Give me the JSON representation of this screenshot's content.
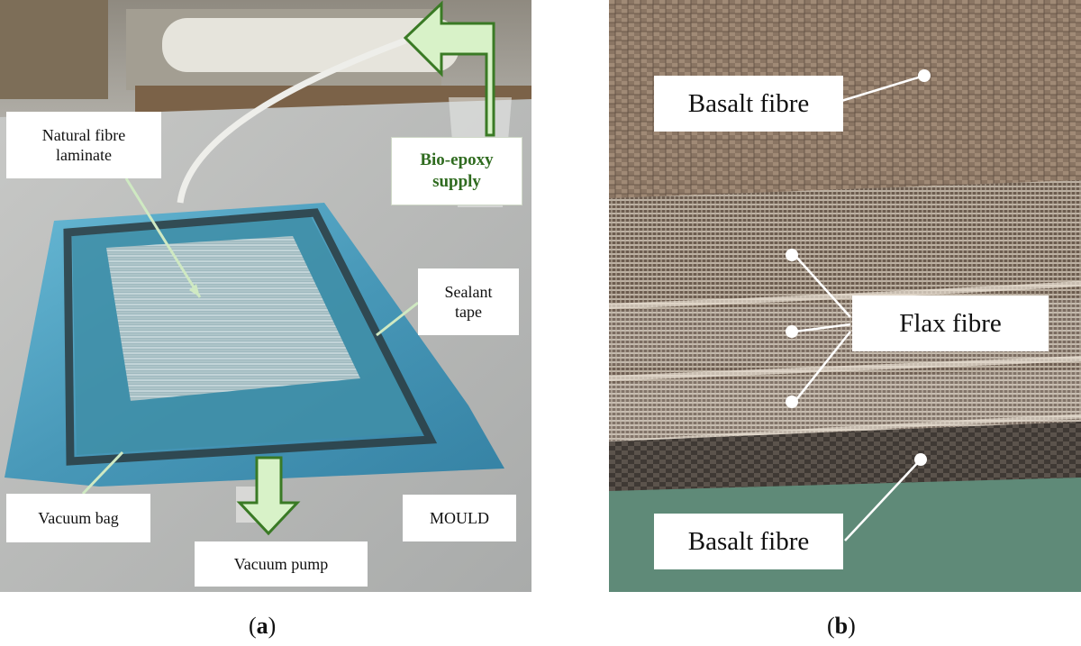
{
  "panel_a": {
    "labels": {
      "natural_fibre_laminate": "Natural fibre\nlaminate",
      "bio_epoxy_supply": "Bio-epoxy\nsupply",
      "sealant_tape": "Sealant\ntape",
      "vacuum_bag": "Vacuum bag",
      "mould": "MOULD",
      "vacuum_pump": "Vacuum pump"
    },
    "caption": "a"
  },
  "panel_b": {
    "labels": {
      "basalt_top": "Basalt fibre",
      "flax": "Flax fibre",
      "basalt_bottom": "Basalt fibre"
    },
    "caption": "b"
  },
  "colors": {
    "arrow_green_fill": "#d8f2c8",
    "arrow_green_stroke": "#3a7a25",
    "label_green_text": "#2f6b1f",
    "vacuum_bag_blue": "#4aa6c7"
  }
}
